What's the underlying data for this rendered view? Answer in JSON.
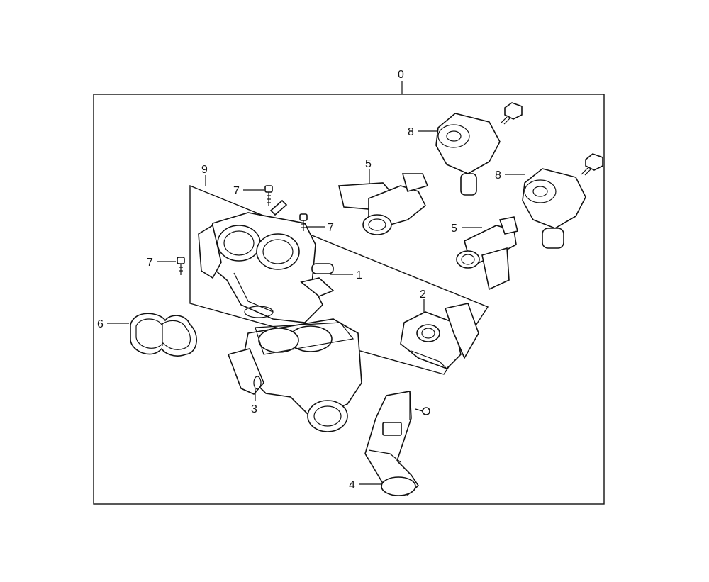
{
  "callouts": {
    "assembly": "0",
    "throttle_body": "1",
    "position_sensor": "2",
    "intake_housing": "3",
    "actuator": "4",
    "injector_upper": "5",
    "injector_lower": "5",
    "gasket": "6",
    "screw_left": "7",
    "screw_top": "7",
    "screw_mid": "7",
    "coil_upper": "8",
    "coil_lower": "8",
    "kit": "9"
  }
}
